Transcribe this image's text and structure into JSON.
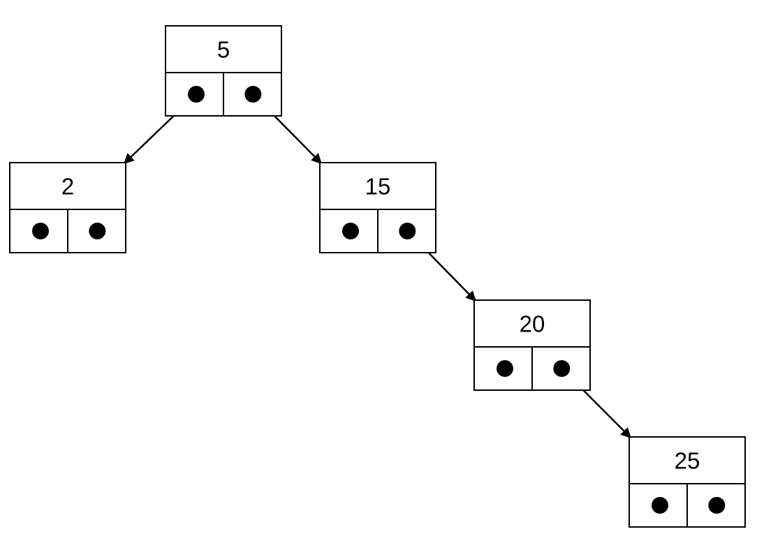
{
  "diagram": {
    "nodes": [
      {
        "id": "n5",
        "value": "5"
      },
      {
        "id": "n2",
        "value": "2"
      },
      {
        "id": "n15",
        "value": "15"
      },
      {
        "id": "n20",
        "value": "20"
      },
      {
        "id": "n25",
        "value": "25"
      }
    ],
    "edges": [
      {
        "from": "n5",
        "pointer": "left",
        "to": "n2"
      },
      {
        "from": "n5",
        "pointer": "right",
        "to": "n15"
      },
      {
        "from": "n15",
        "pointer": "right",
        "to": "n20"
      },
      {
        "from": "n20",
        "pointer": "right",
        "to": "n25"
      }
    ],
    "colors": {
      "stroke": "#000000",
      "fill": "#ffffff",
      "text": "#000000"
    }
  }
}
